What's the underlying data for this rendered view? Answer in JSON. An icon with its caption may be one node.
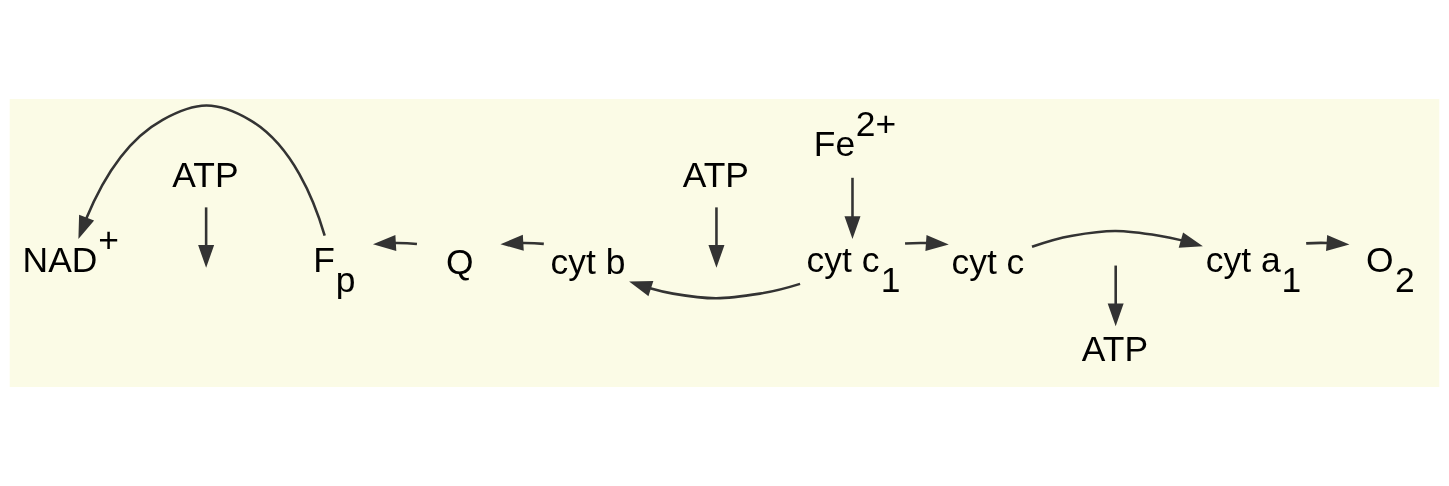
{
  "diagram": {
    "nodes": [
      {
        "text": [
          "Fe$^{2+}$"
        ]
      },
      {
        "text": [
          "ATP"
        ]
      },
      {
        "text": [
          "NAD$^{+}$"
        ]
      },
      {
        "text": [
          "F$_{p}$"
        ]
      },
      {
        "text": [
          "Q"
        ]
      },
      {
        "text": [
          "cyt b"
        ]
      },
      {
        "text": [
          "cyt c$_{1}$"
        ]
      },
      {
        "text": [
          "cyt c"
        ]
      },
      {
        "text": [
          "cyt a$_{1}$"
        ]
      },
      {
        "text": [
          "O$_{2}$"
        ]
      },
      {
        "text": [
          "ATP"
        ]
      },
      {
        "text": [
          "ATP"
        ]
      }
    ],
    "edges": [
      {
        "from": 3,
        "to": 2,
        "arrow": "to"
      },
      {
        "from": 4,
        "to": 3,
        "arrow": "to"
      },
      {
        "from": 5,
        "to": 4,
        "arrow": "to"
      },
      {
        "from": 6,
        "to": 5,
        "arrow": "to"
      },
      {
        "from": 6,
        "to": 7,
        "arrow": "to"
      },
      {
        "from": 7,
        "to": 8,
        "arrow": "to"
      },
      {
        "from": 8,
        "to": 9,
        "arrow": "to"
      },
      {
        "from": 0,
        "to": 6,
        "arrow": "to"
      },
      {
        "from": 10,
        "to": null,
        "arrow": "to"
      },
      {
        "from": 11,
        "to": null,
        "arrow": "to"
      },
      {
        "from": null,
        "to": 1,
        "arrow": "to"
      }
    ]
  }
}
